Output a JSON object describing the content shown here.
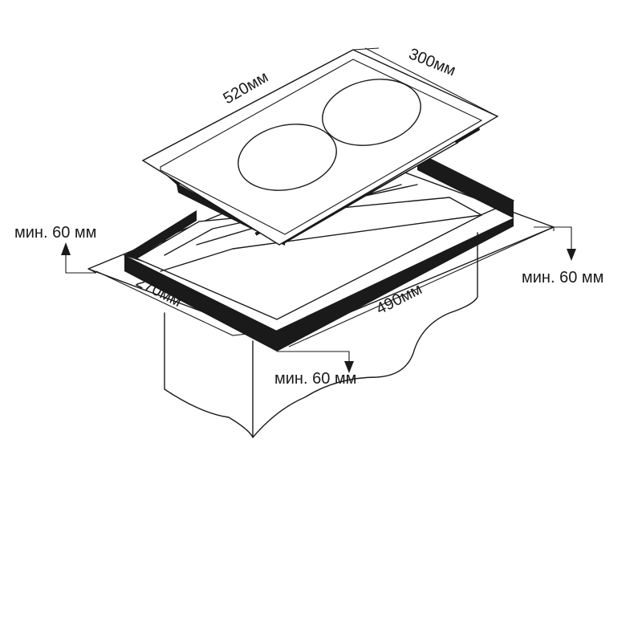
{
  "diagram": {
    "dimensions": {
      "hob_width": "520мм",
      "hob_depth": "300мм",
      "cutout_depth": "270мм",
      "cutout_width": "490мм"
    },
    "clearances": {
      "left": "мин. 60 мм",
      "right": "мин. 60 мм",
      "front": "мин. 60 мм"
    },
    "colors": {
      "line": "#1a1a1a",
      "background": "#ffffff"
    }
  }
}
